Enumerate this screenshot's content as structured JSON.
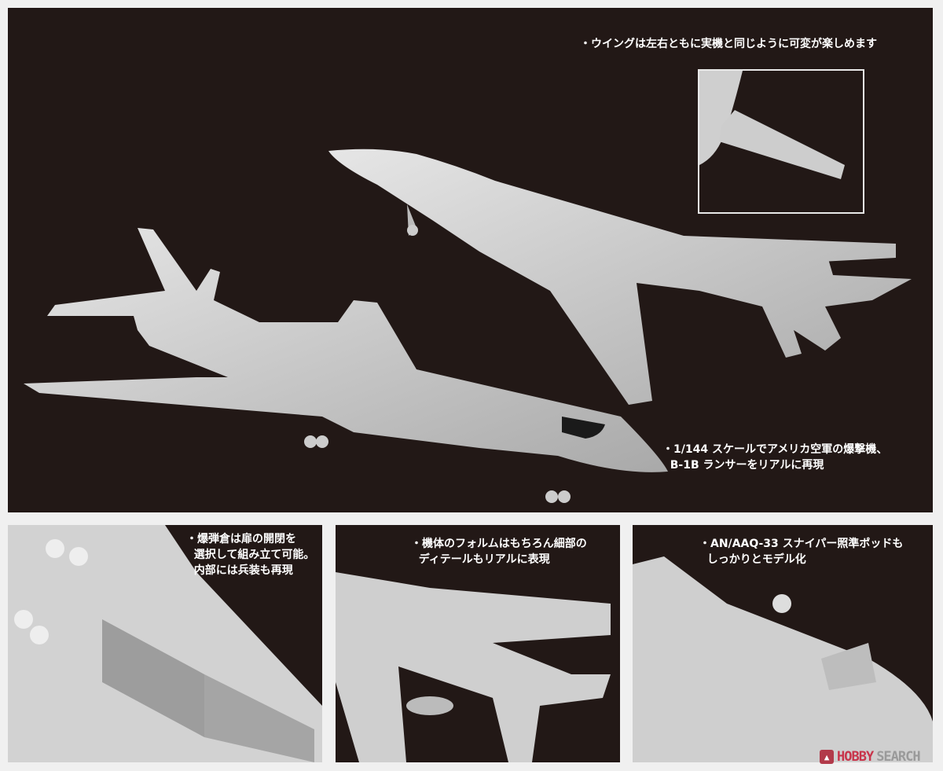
{
  "hero": {
    "caption_wing": "・ウイングは左右ともに実機と同じように可変が楽しめます",
    "caption_scale_line1": "・1/144 スケールでアメリカ空軍の爆撃機、",
    "caption_scale_line2": "  B-1B ランサーをリアルに再現",
    "inset_label": "wing-sweep-detail"
  },
  "panels": [
    {
      "name": "bomb-bay",
      "lines": [
        "・爆弾倉は扉の開閉を",
        "  選択して組み立て可能。",
        "  内部には兵装も再現"
      ]
    },
    {
      "name": "airframe-detail",
      "lines": [
        "・機体のフォルムはもちろん細部の",
        "  ディテールもリアルに表現"
      ]
    },
    {
      "name": "sniper-pod",
      "lines": [
        "・AN/AAQ-33 スナイパー照準ポッドも",
        "  しっかりとモデル化"
      ]
    }
  ],
  "watermark": {
    "icon": "hobby-search-logo-icon",
    "part1": "HOBBY",
    "part2": "SEARCH"
  },
  "colors": {
    "background": "#f0f0f0",
    "panel": "#221816",
    "model": "#cfcfcf",
    "watermark_red": "#c8344a"
  }
}
